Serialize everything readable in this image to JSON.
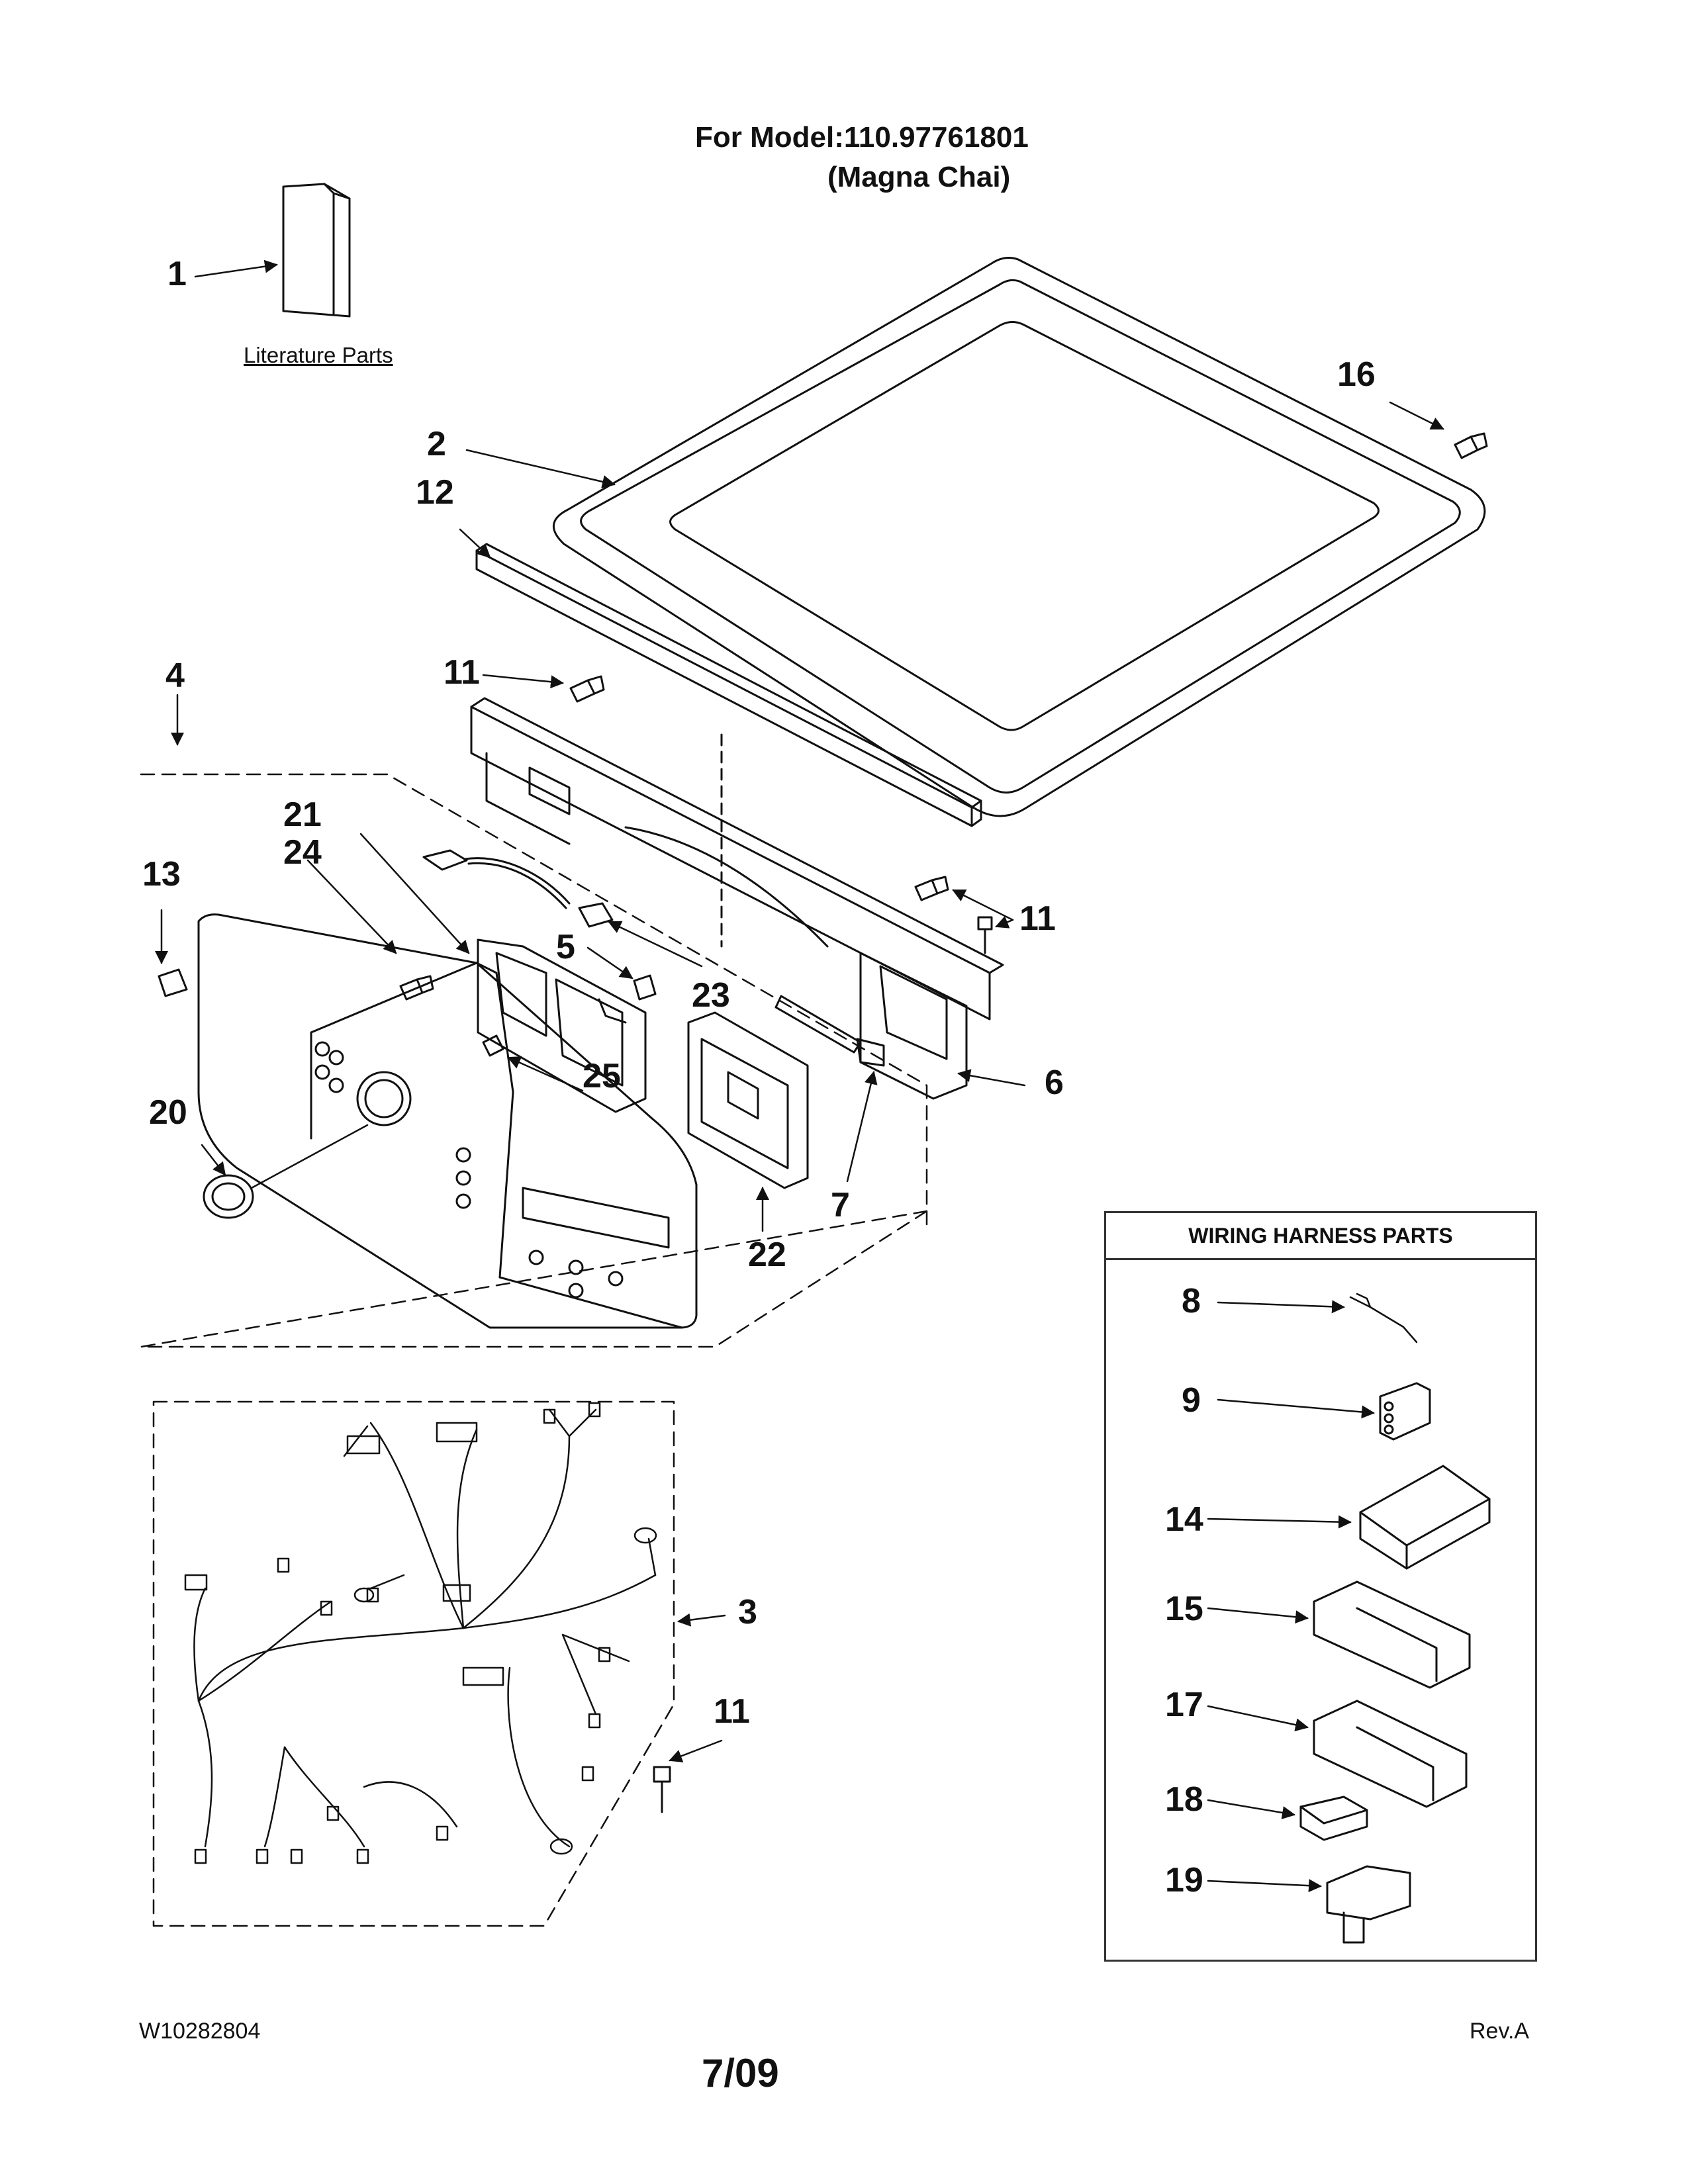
{
  "header": {
    "model_line": "For Model:110.97761801",
    "model_name": "(Magna Chai)"
  },
  "literature_label": "Literature Parts",
  "callouts": {
    "p1": "1",
    "p2": "2",
    "p3": "3",
    "p4": "4",
    "p5": "5",
    "p6": "6",
    "p7": "7",
    "p8": "8",
    "p9": "9",
    "p11a": "11",
    "p11b": "11",
    "p11c": "11",
    "p12": "12",
    "p13": "13",
    "p14": "14",
    "p15": "15",
    "p16": "16",
    "p17": "17",
    "p18": "18",
    "p19": "19",
    "p20": "20",
    "p21": "21",
    "p22": "22",
    "p23": "23",
    "p24": "24",
    "p25": "25"
  },
  "wiring_box": {
    "title": "WIRING HARNESS PARTS"
  },
  "footer": {
    "doc_number": "W10282804",
    "date": "7/09",
    "revision": "Rev.A"
  }
}
